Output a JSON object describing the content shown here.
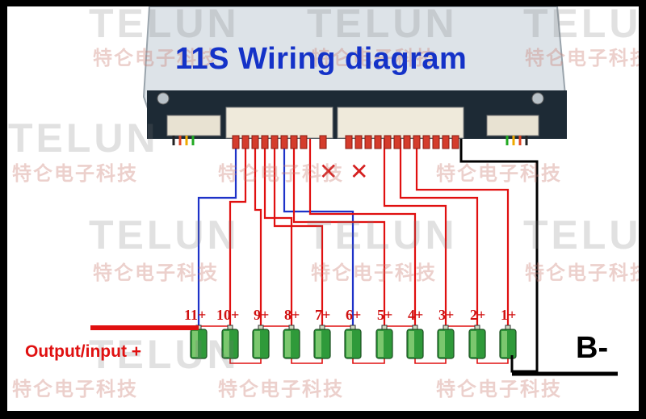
{
  "title": "11S Wiring diagram",
  "cells": [
    "1+",
    "2+",
    "3+",
    "4+",
    "5+",
    "6+",
    "7+",
    "8+",
    "9+",
    "10+",
    "11+"
  ],
  "output_label": "Output/input +",
  "b_minus_label": "B-",
  "watermark": {
    "brand": "TELUN",
    "chinese": "特仑电子科技"
  },
  "marks": [
    "✕",
    "✕"
  ],
  "colors": {
    "title": "#1432c8",
    "positive_wire": "#e01010",
    "balance_wire_blue": "#1e32c8",
    "negative_wire": "#000000",
    "board": "#d8dfe4"
  }
}
